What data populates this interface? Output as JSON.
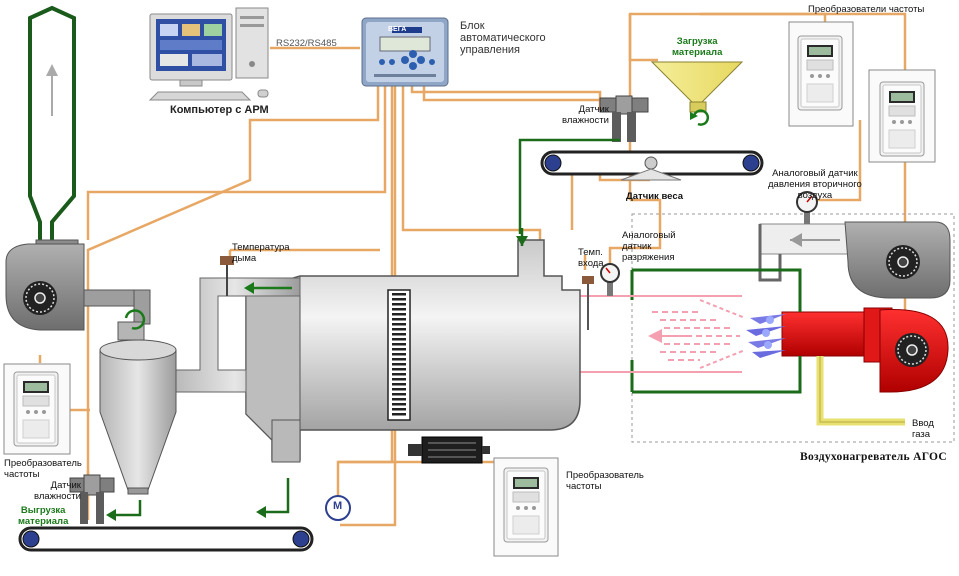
{
  "labels": {
    "computer": "Компьютер с АРМ",
    "interface": "RS232/RS485",
    "control_unit": "Блок\nавтоматического\nуправления",
    "control_brand": "ВЕГА",
    "fc_top": "Преобразователи  частоты",
    "material_load": "Загрузка\nматериала",
    "moisture_sensor_top": "Датчик\nвлажности",
    "weight_sensor": "Датчик веса",
    "pressure_sensor": "Аналоговый датчик\nдавления  вторичного\nвоздуха",
    "vacuum_sensor": "Аналоговый\nдатчик\nразряжения",
    "inlet_temp": "Темп.\nвхода",
    "smoke_temp": "Температура\nдыма",
    "fc_left": "Преобразователь\nчастоты",
    "moisture_sensor_bottom": "Датчик\nвлажности",
    "material_unload": "Выгрузка\nматериала",
    "fc_bottom": "Преобразователь\nчастоты",
    "motor": "М",
    "gas_inlet": "Ввод\nгаза",
    "heater": "Воздухонагреватель  АГОС"
  },
  "colors": {
    "signal_line": "#e8a865",
    "material_flow": "#1a6b1a",
    "hot_gas": "#f4a0b0",
    "gas_pipe": "#e8e070",
    "burner": "#e01010",
    "equipment": "#8c8c8c"
  },
  "icons": [
    "computer-icon",
    "control-unit-icon",
    "frequency-converter-icon",
    "motor-icon",
    "pressure-gauge-icon",
    "fan-icon",
    "hopper-icon",
    "cyclone-icon",
    "conveyor-icon",
    "drum-dryer-icon",
    "flame-icon"
  ]
}
